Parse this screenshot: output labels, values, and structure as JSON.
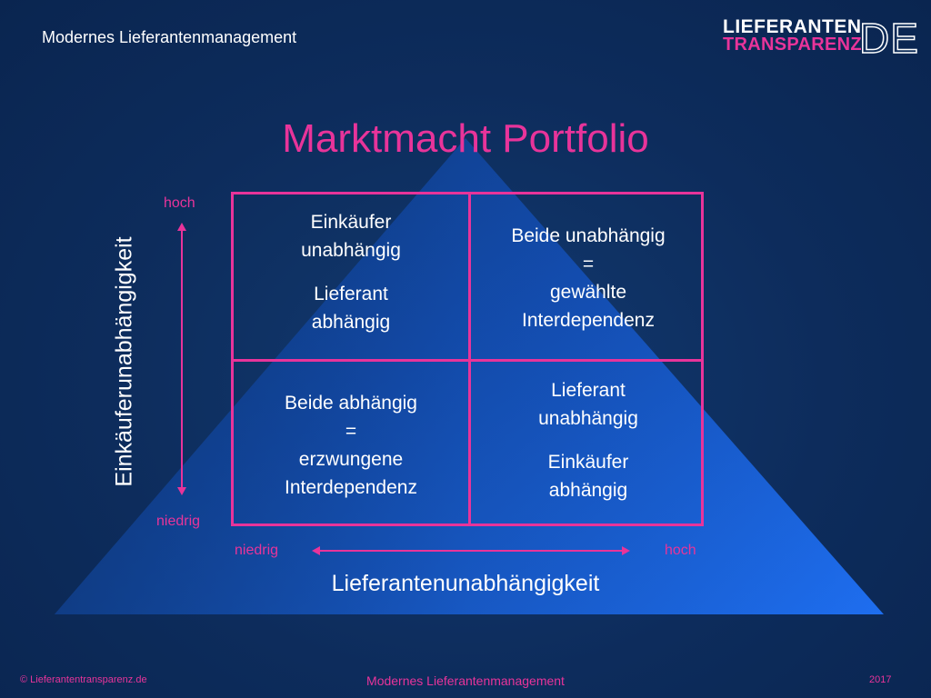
{
  "header": {
    "text": "Modernes Lieferantenmanagement"
  },
  "logo": {
    "line1": "LIEFERANTEN",
    "line2": "TRANSPARENZ",
    "suffix": "DE",
    "colors": {
      "primary": "#ffffff",
      "accent": "#e8349a"
    }
  },
  "title": "Marktmacht Portfolio",
  "matrix": {
    "top_left": {
      "line1": "Einkäufer",
      "line2": "unabhängig",
      "line3": "Lieferant",
      "line4": "abhängig"
    },
    "top_right": {
      "line1": "Beide unabhängig",
      "line2": "=",
      "line3": "gewählte",
      "line4": "Interdependenz"
    },
    "bottom_left": {
      "line1": "Beide abhängig",
      "line2": "=",
      "line3": "erzwungene",
      "line4": "Interdependenz"
    },
    "bottom_right": {
      "line1": "Lieferant",
      "line2": "unabhängig",
      "line3": "Einkäufer",
      "line4": "abhängig"
    }
  },
  "y_axis": {
    "label": "Einkäuferunabhängigkeit",
    "high": "hoch",
    "low": "niedrig"
  },
  "x_axis": {
    "label": "Lieferantenunabhängigkeit",
    "low": "niedrig",
    "high": "hoch"
  },
  "footer": {
    "copyright": "© Lieferantentransparenz.de",
    "center": "Modernes Lieferantenmanagement",
    "year": "2017"
  },
  "colors": {
    "background": "#0b2a57",
    "accent": "#e8349a",
    "text": "#ffffff",
    "pyramid": "#1a5fd6"
  }
}
